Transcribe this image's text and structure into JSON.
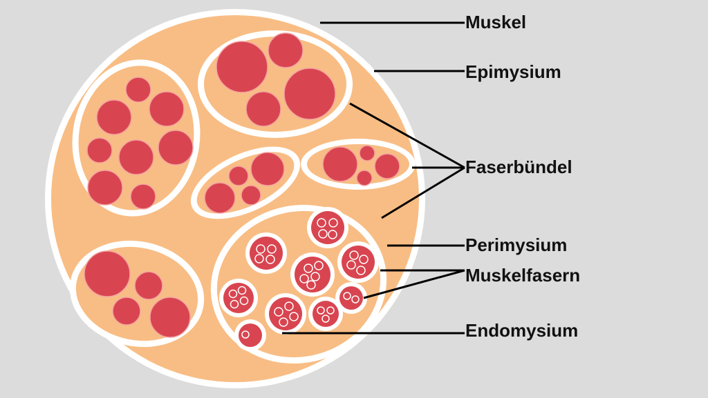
{
  "labels": {
    "muskel": "Muskel",
    "epimysium": "Epimysium",
    "faserbuendel": "Faserbündel",
    "perimysium": "Perimysium",
    "muskelfasern": "Muskelfasern",
    "endomysium": "Endomysium"
  },
  "colors": {
    "background": "#dcdcdc",
    "muscle_tissue": "#f8bd84",
    "connective_tissue": "#ffffff",
    "fiber": "#d84550",
    "fiber_highlight": "#e05a64",
    "leader_line": "#000000"
  }
}
